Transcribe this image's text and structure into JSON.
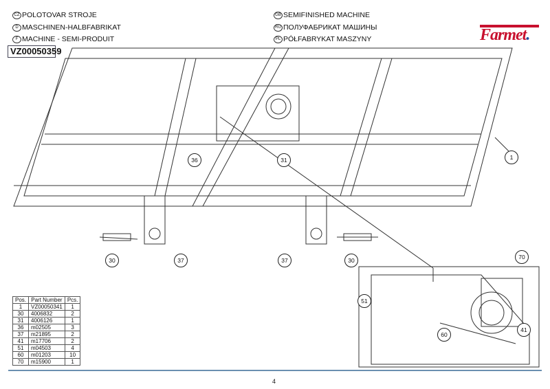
{
  "titles": {
    "cz": {
      "flag": "CZ",
      "text": "POLOTOVAR STROJE"
    },
    "d": {
      "flag": "D",
      "text": "MASCHINEN-HALBFABRIKAT"
    },
    "f": {
      "flag": "F",
      "text": "MACHINE - SEMI-PRODUIT"
    },
    "gb": {
      "flag": "GB",
      "text": "SEMIFINISHED MACHINE"
    },
    "ru": {
      "flag": "RU",
      "text": "ПОЛУФАБРИКАТ МАШИНЫ"
    },
    "pl": {
      "flag": "PL",
      "text": "PÓŁFABRYKAT MASZYNY"
    }
  },
  "code": "VZ00050359",
  "logo": "Farmet",
  "callouts": [
    "36",
    "31",
    "1",
    "30",
    "37",
    "37",
    "30",
    "70",
    "51",
    "60",
    "41"
  ],
  "table": {
    "headers": [
      "Pos.",
      "Part Number",
      "Pcs."
    ],
    "rows": [
      [
        "1",
        "VZ00050341",
        "1"
      ],
      [
        "30",
        "4006832",
        "2"
      ],
      [
        "31",
        "4006126",
        "1"
      ],
      [
        "36",
        "m02505",
        "3"
      ],
      [
        "37",
        "m21895",
        "2"
      ],
      [
        "41",
        "m17706",
        "2"
      ],
      [
        "51",
        "m04503",
        "4"
      ],
      [
        "60",
        "m01203",
        "10"
      ],
      [
        "70",
        "m15900",
        "1"
      ]
    ]
  },
  "page_number": "4"
}
